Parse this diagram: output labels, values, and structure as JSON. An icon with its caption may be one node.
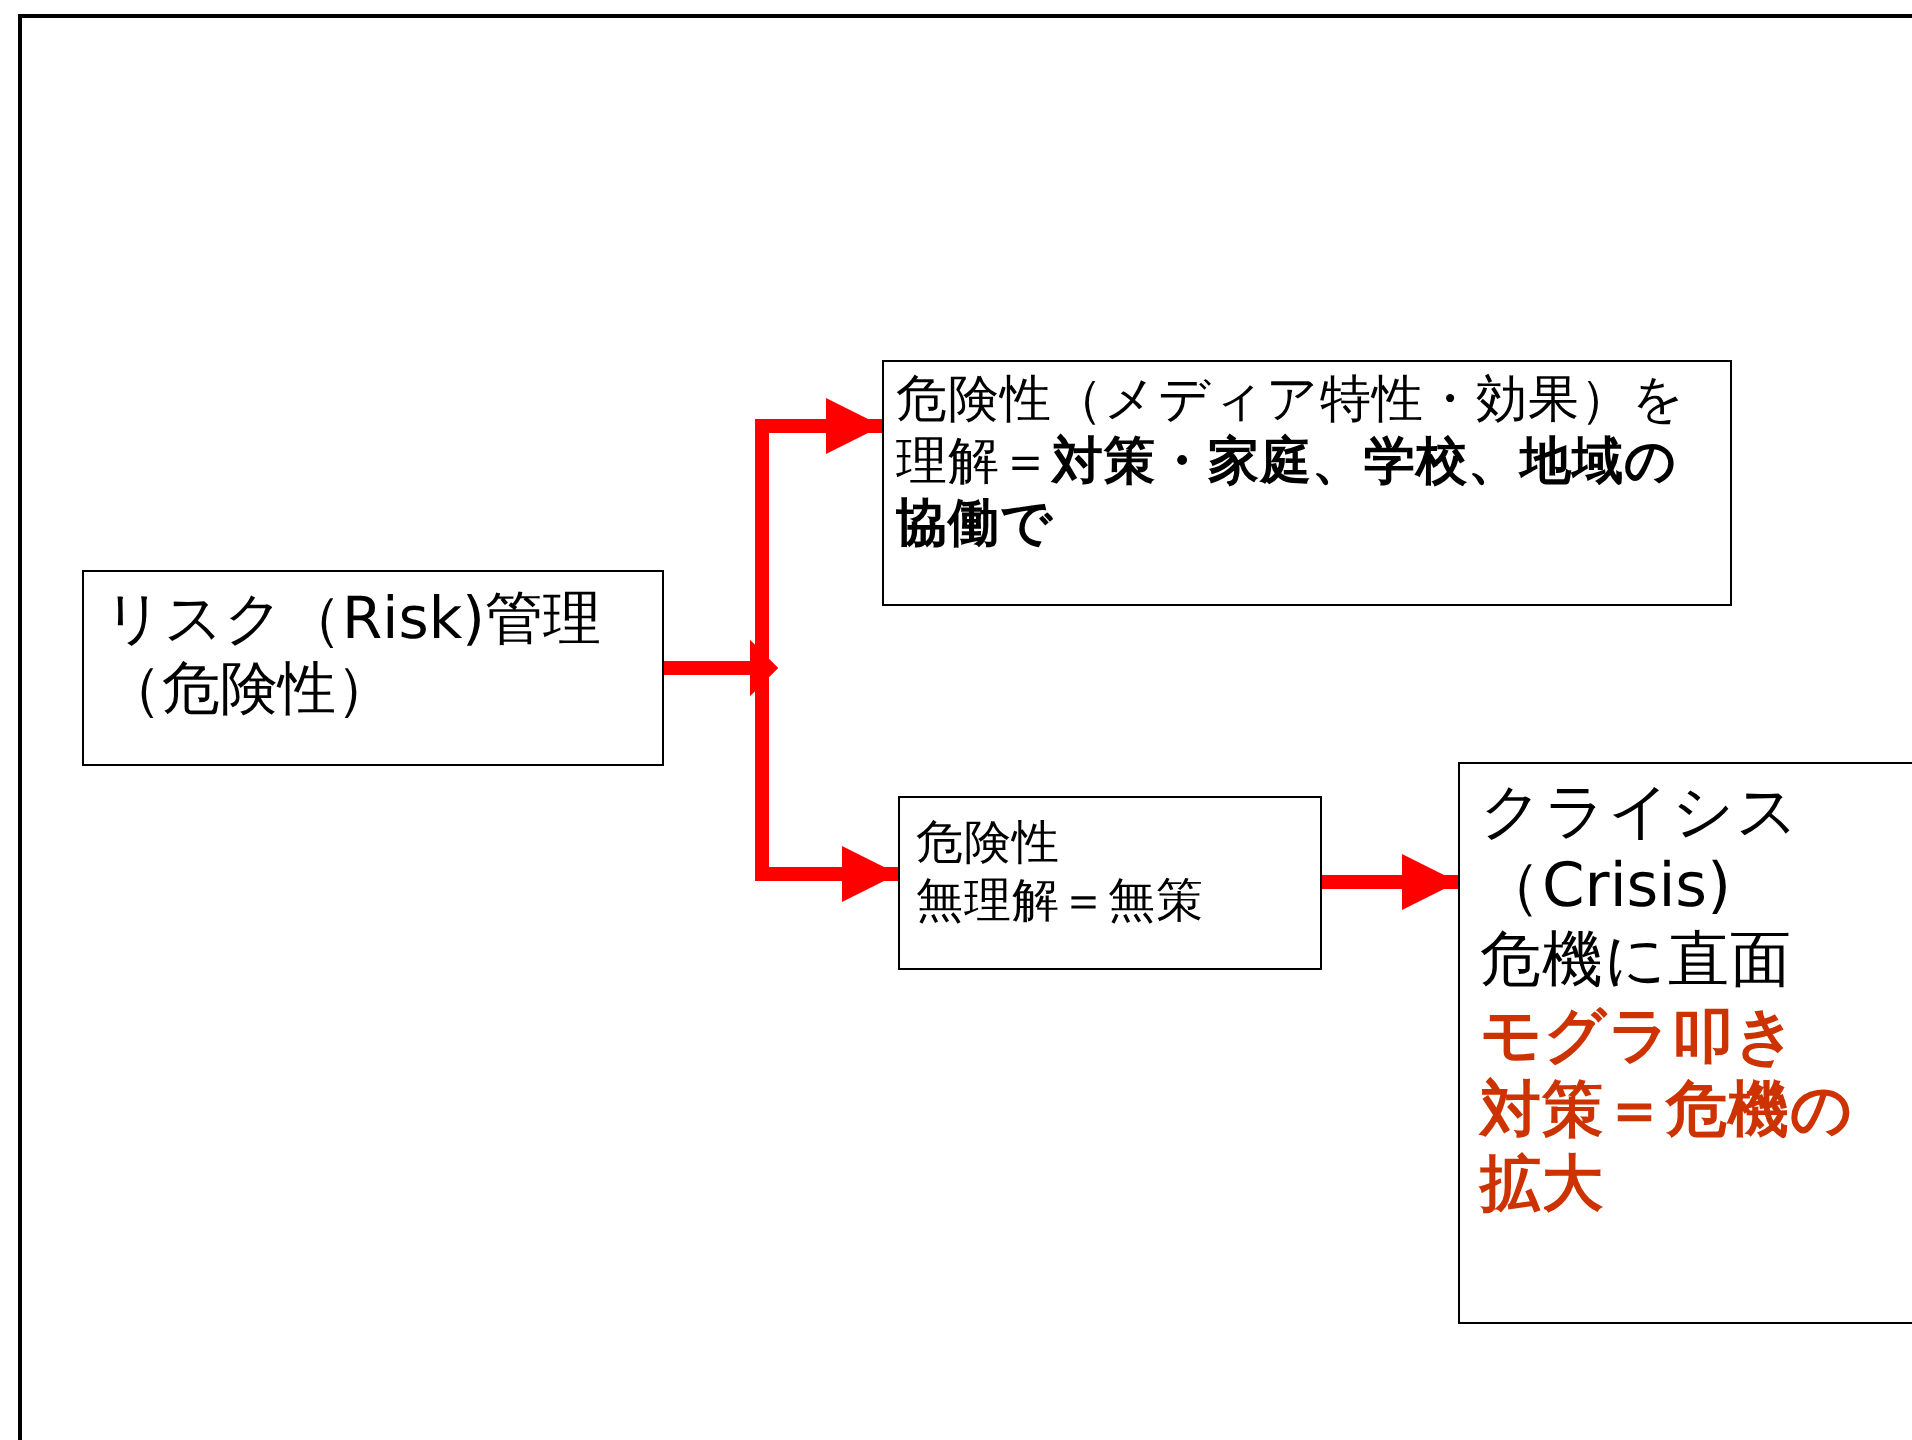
{
  "diagram": {
    "nodes": [
      {
        "text": [
          "リスク（Risk)管理（危険性）"
        ]
      },
      {
        "text": [
          "危険性（メディア特性・効果）を理解＝**対策・家庭、学校、地域の協働で**"
        ]
      },
      {
        "text": [
          "危険性",
          "無理解＝無策"
        ]
      },
      {
        "text": [
          "クライシス",
          "（Crisis)",
          "危機に直面",
          "モグラ叩き",
          "対策＝危機の拡大"
        ]
      }
    ],
    "edges": [
      {
        "from": 0,
        "to": 1,
        "arrow": "to"
      },
      {
        "from": 0,
        "to": 2,
        "arrow": "to"
      },
      {
        "from": 2,
        "to": 3,
        "arrow": "to"
      }
    ]
  }
}
